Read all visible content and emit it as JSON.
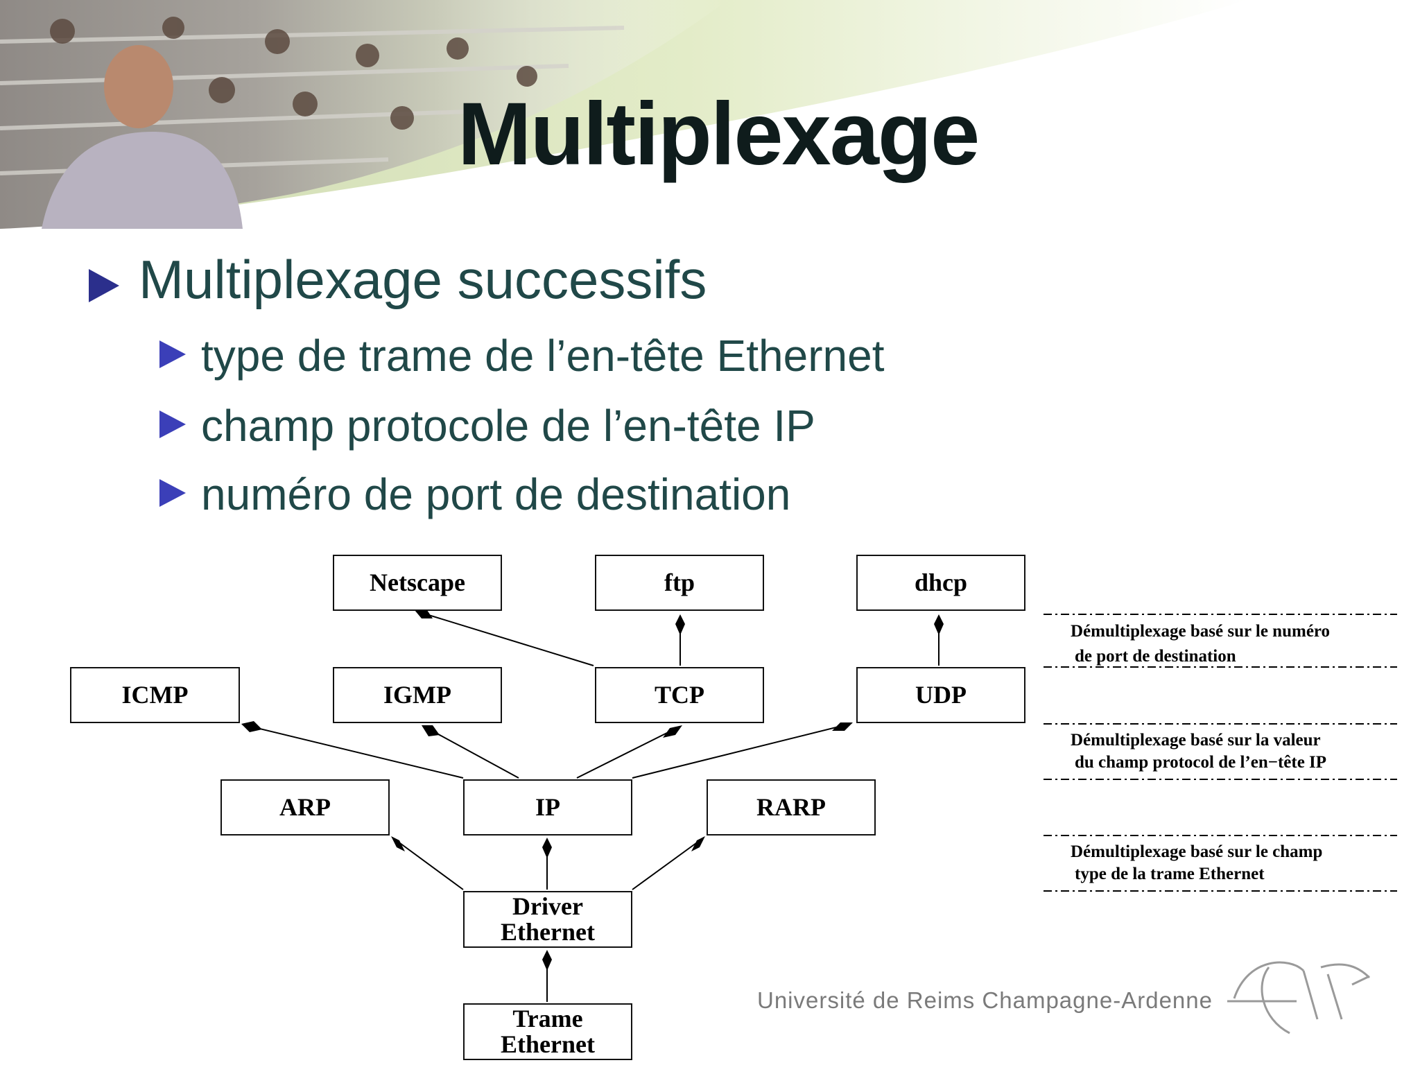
{
  "slide": {
    "title": "Multiplexage",
    "bullets": [
      {
        "text": "Multiplexage successifs",
        "level": 1
      },
      {
        "text": "type de trame de l’en-tête Ethernet",
        "level": 2
      },
      {
        "text": "champ protocole de l’en-tête IP",
        "level": 2
      },
      {
        "text": "numéro de port de destination",
        "level": 2
      }
    ]
  },
  "diagram": {
    "boxes": {
      "netscape": "Netscape",
      "ftp": "ftp",
      "dhcp": "dhcp",
      "icmp": "ICMP",
      "igmp": "IGMP",
      "tcp": "TCP",
      "udp": "UDP",
      "arp": "ARP",
      "ip": "IP",
      "rarp": "RARP",
      "driver_line1": "Driver",
      "driver_line2": "Ethernet",
      "trame_line1": "Trame",
      "trame_line2": "Ethernet"
    },
    "annotations": {
      "port_line1": "Démultiplexage basé sur le numéro",
      "port_line2": "de port de destination",
      "protocol_line1": "Démultiplexage basé sur la valeur",
      "protocol_line2": "du champ protocol de l’en−tête IP",
      "type_line1": "Démultiplexage basé sur le champ",
      "type_line2": "type de la trame Ethernet"
    }
  },
  "footer": {
    "university": "Université de Reims Champagne-Ardenne"
  },
  "colors": {
    "title": "#0f1c1c",
    "bullet_text": "#204848",
    "bullet_marker": "#3b3fb8",
    "banner_green": "#dfe9c4",
    "footer_text": "#7a7a7a"
  }
}
